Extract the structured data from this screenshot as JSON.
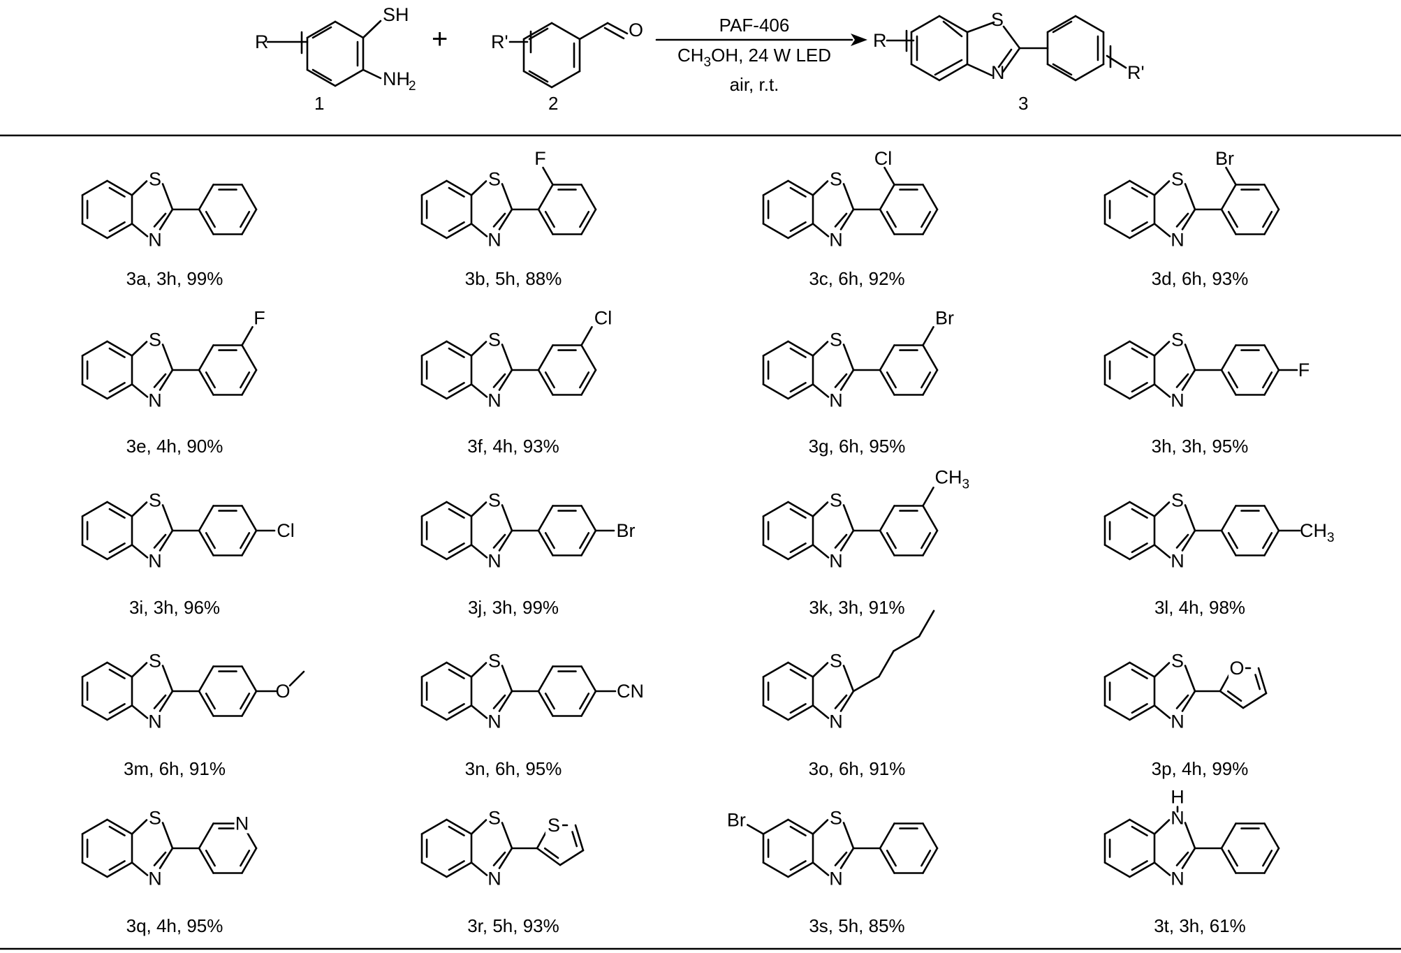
{
  "reaction": {
    "reactant1": {
      "number": "1",
      "r_label": "R",
      "sh_label": "SH",
      "nh2_label": "NH",
      "nh2_sub": "2"
    },
    "reactant2": {
      "number": "2",
      "r_label": "R'",
      "o_label": "O"
    },
    "plus": "+",
    "conditions": {
      "catalyst": "PAF-406",
      "solvent_prefix": "CH",
      "solvent_sub": "3",
      "solvent_suffix": "OH, 24 W LED",
      "atmosphere": "air, r.t."
    },
    "product": {
      "number": "3",
      "r_label": "R",
      "r2_label": "R'",
      "s_label": "S",
      "n_label": "N"
    }
  },
  "atoms": {
    "S": "S",
    "N": "N",
    "O": "O",
    "H": "H",
    "F": "F",
    "Cl": "Cl",
    "Br": "Br",
    "CH3_main": "CH",
    "CH3_sub": "3",
    "CN": "CN"
  },
  "products": [
    {
      "label": "3a, 3h, 99%"
    },
    {
      "label": "3b, 5h, 88%"
    },
    {
      "label": "3c, 6h, 92%"
    },
    {
      "label": "3d, 6h, 93%"
    },
    {
      "label": "3e, 4h, 90%"
    },
    {
      "label": "3f, 4h, 93%"
    },
    {
      "label": "3g, 6h, 95%"
    },
    {
      "label": "3h, 3h, 95%"
    },
    {
      "label": "3i, 3h, 96%"
    },
    {
      "label": "3j, 3h, 99%"
    },
    {
      "label": "3k, 3h, 91%"
    },
    {
      "label": "3l, 4h, 98%"
    },
    {
      "label": "3m, 6h, 91%"
    },
    {
      "label": "3n, 6h, 95%"
    },
    {
      "label": "3o, 6h, 91%"
    },
    {
      "label": "3p, 4h, 99%"
    },
    {
      "label": "3q, 4h, 95%"
    },
    {
      "label": "3r, 5h, 93%"
    },
    {
      "label": "3s, 5h, 85%"
    },
    {
      "label": "3t, 3h, 61%"
    }
  ]
}
